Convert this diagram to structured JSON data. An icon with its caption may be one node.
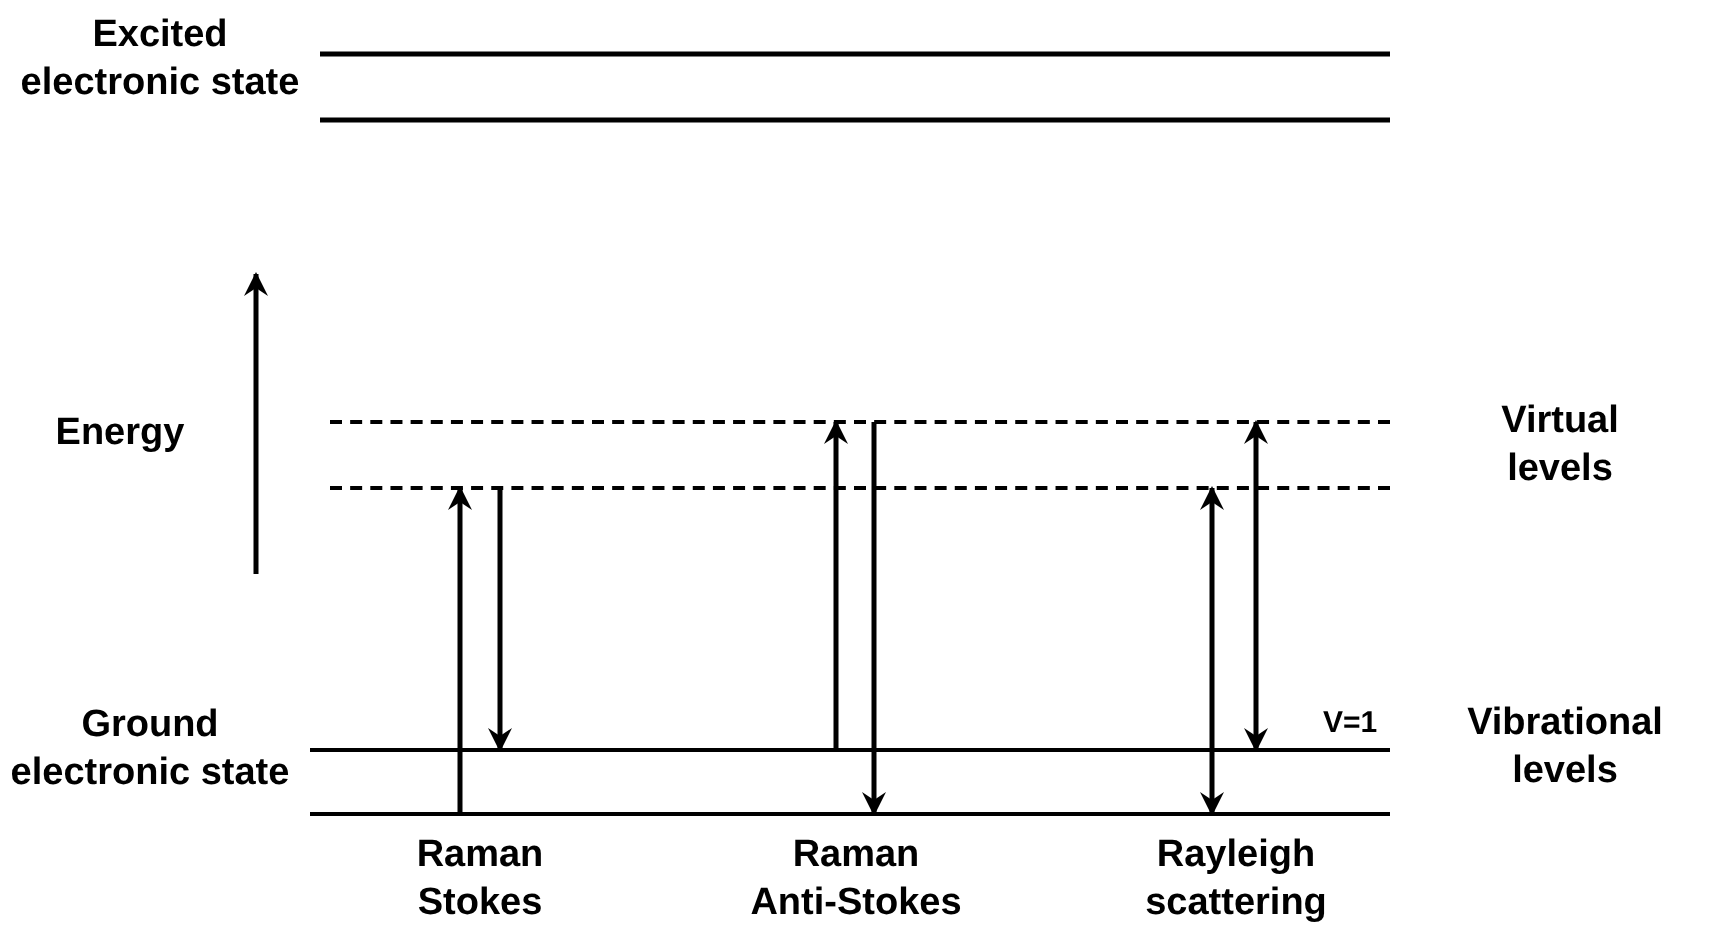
{
  "diagram": {
    "nodes": [
      {
        "text": [
          "Excited electronic state"
        ]
      },
      {
        "text": [
          "Virtual levels"
        ]
      },
      {
        "text": [],
        "shape": "bar",
        "in": 1
      },
      {
        "text": [],
        "shape": "bar",
        "in": 1
      },
      {
        "text": [
          "Ground electronic state"
        ]
      },
      {
        "text": [],
        "shape": "bar",
        "in": 4,
        "beside": [
          "V=1"
        ]
      },
      {
        "text": [],
        "shape": "bar",
        "in": 4
      }
    ],
    "edges": [
      {
        "from": 6,
        "to": 3,
        "arrow": "to"
      },
      {
        "from": 3,
        "to": 5,
        "arrow": "to"
      },
      {
        "from": 5,
        "to": 2,
        "arrow": "to"
      },
      {
        "from": 2,
        "to": 6,
        "arrow": "to"
      },
      {
        "from": 6,
        "to": 3,
        "arrow": "both"
      },
      {
        "from": 5,
        "to": 2,
        "arrow": "both"
      }
    ],
    "labels": [
      "Energy",
      "Vibrational levels",
      "Raman Stokes",
      "Raman Anti-Stokes",
      "Rayleigh scattering"
    ]
  }
}
